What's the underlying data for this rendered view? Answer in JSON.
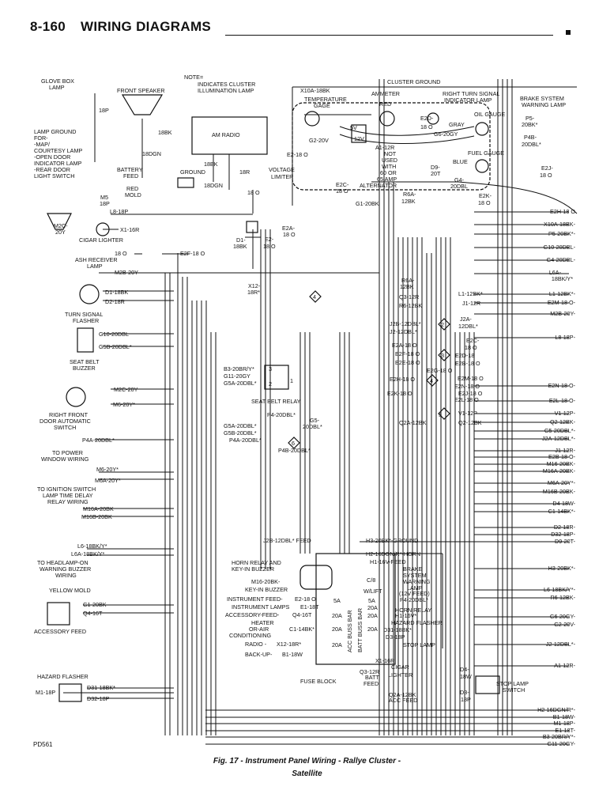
{
  "header": {
    "page_number": "8-160",
    "title": "WIRING DIAGRAMS"
  },
  "figure": {
    "caption_line1": "Fig. 17 - Instrument Panel Wiring - Rallye Cluster -",
    "caption_line2": "Satellite",
    "plate_id": "PD561"
  },
  "labels": {
    "note_1": "NOTE=",
    "note_2": "INDICATES CLUSTER",
    "note_3": "ILLUMINATION LAMP",
    "glovebox_1": "GLOVE BOX",
    "glovebox_2": "LAMP",
    "front_speaker": "FRONT SPEAKER",
    "am_radio": "AM RADIO",
    "lampground_1": "LAMP GROUND",
    "lampground_2": "FOR-",
    "lampground_3": "-MAP/",
    "lampground_4": "COURTESY LAMP",
    "lampground_5": "-OPEN DOOR",
    "lampground_6": "INDICATOR LAMP",
    "lampground_7": "-REAR DOOR",
    "lampground_8": "LIGHT SWITCH",
    "battery_1": "BATTERY",
    "battery_2": "FEED",
    "redmold_1": "RED",
    "redmold_2": "MOLD",
    "ground": "GROUND",
    "cigar_lighter": "CIGAR LIGHTER",
    "ashrec_1": "ASH RECEIVER",
    "ashrec_2": "LAMP",
    "turnflasher_1": "TURN SIGNAL",
    "turnflasher_2": "FLASHER",
    "seatbuzzer_1": "SEAT BELT",
    "seatbuzzer_2": "BUZZER",
    "seatrelay": "SEAT BELT RELAY",
    "doorsw_1": "RIGHT FRONT",
    "doorsw_2": "DOOR AUTOMATIC",
    "doorsw_3": "SWITCH",
    "powerwin_1": "TO POWER",
    "powerwin_2": "WINDOW WIRING",
    "ignsw_1": "TO IGNITION SWITCH",
    "ignsw_2": "LAMP TIME DELAY",
    "ignsw_3": "RELAY WIRING",
    "headlamp_1": "TO HEADLAMP-ON",
    "headlamp_2": "WARNING BUZZER",
    "headlamp_3": "WIRING",
    "yellow_mold": "YELLOW MOLD",
    "acc_feed": "ACCESSORY FEED",
    "hazard_flasher": "HAZARD FLASHER",
    "temp_1": "TEMPERATURE",
    "temp_2": "GAGE",
    "ammeter": "AMMETER",
    "red": "RED",
    "cluster_ground": "CLUSTER GROUND",
    "rturn_1": "RIGHT TURN SIGNAL",
    "rturn_2": "INDICATOR LAMP",
    "brake_1": "BRAKE SYSTEM",
    "brake_2": "WARNING LAMP",
    "oil_gauge": "OIL GAUGE",
    "gray": "GRAY",
    "fuel_gauge": "FUEL GAUGE",
    "blue": "BLUE",
    "notused_1": "NOT",
    "notused_2": "USED",
    "notused_3": "WITH",
    "notused_4": "60 OR",
    "notused_5": "65 AMP",
    "notused_6": "ALTERNATOR",
    "voltlim_1": "VOLTAGE",
    "voltlim_2": "LIMITER",
    "fb_feed": "J2B-12DBL* FEED",
    "fb_horn_relay_1": "HORN RELAY AND",
    "fb_horn_relay_2": "KEY-IN BUZZER",
    "fb_keyin": "KEY-IN BUZZER",
    "fb_instfeed": "INSTRUMENT FEED-",
    "fb_instlamps": "INSTRUMENT LAMPS",
    "fb_accfeed": "ACCESSORY-FEED-",
    "fb_heater_1": "HEATER",
    "fb_heater_2": "OR-AIR",
    "fb_heater_3": "CONDITIONING",
    "fb_radio": "RADIO -",
    "fb_backup": "BACK-UP-",
    "fb_brakewarn_1": "BRAKE",
    "fb_brakewarn_2": "SYSTEM",
    "fb_brakewarn_3": "WARNING",
    "fb_brakewarn_4": "LAMP",
    "fb_brakewarn_5": "(12V FEED)",
    "fb_hornrelay": "HORN RELAY",
    "fb_hazard": "HAZARD FLASHER",
    "fb_stoplamp": "STOP LAMP",
    "fb_cigar_1": "CIGAR",
    "fb_cigar_2": "LIGHTER",
    "fb_fuseblock": "FUSE BLOCK",
    "fb_battfeed_1": "BATT",
    "fb_battfeed_2": "FEED",
    "fb_accfeed2": "ACC FEED",
    "fb_cwlift_1": "C/8",
    "fb_cwlift_2": "W/LIFT",
    "fb_accbuss": "ACC BUSS BAR",
    "fb_battbuss": "BATT BUSS BAR",
    "stop_switch_1": "STOP LAMP",
    "stop_switch_2": "SWITCH",
    "fuse_5a": "5A",
    "fuse_20a": "20A"
  },
  "wires": {
    "w_18p": "18P",
    "w_18bk": "18BK",
    "w_18dgn": "18DGN",
    "w_18bk2": "18BK",
    "w_18dgn2": "18DGN",
    "w_18r": "18R",
    "w_18o": "18 O",
    "w_m5": "M5",
    "w_m5b": "18P",
    "w_l8": "L8-18P",
    "w_m2c20y": "M2C-",
    "w_m2c20y_b": "20Y",
    "w_x116r": "X1-16R",
    "w_18o2": "18 O",
    "w_e2f18o": "E2F-18 O",
    "w_m2b": "M2B-20Y",
    "w_d118bk": "D1-18BK",
    "w_d218r": "D2-18R",
    "w_g10": "G10-20DBL",
    "w_g5b": "G5B-20DBL*",
    "w_m2c": "M2C-20Y",
    "w_m6": "M6-20Y*",
    "w_p4a": "P4A-20DBL*",
    "w_m6_2": "M6-20Y*",
    "w_m6a": "M6A-20Y*",
    "w_m16a": "M16A-20BK",
    "w_m16b": "M16B-20BK",
    "w_l6": "L6-18BK/Y*",
    "w_l6a": "L6A-18BK/Y*",
    "w_g120bk": "G1-20BK",
    "w_q416t": "Q4-16T",
    "w_m118p": "M1-18P",
    "w_d3118bk": "D31-18BK*",
    "w_d3218p": "D32-18P",
    "w_b3": "B3-20BR/Y*",
    "w_g11": "G11-20GY",
    "w_g5a": "G5A-20DBL*",
    "w_p4_20dbl": "P4-20DBL*",
    "w_g5a2": "G5A-20DBL*",
    "w_g5b2": "G5B-20DBL*",
    "w_p4a2": "P4A-20DBL*",
    "w_g5": "G5-",
    "w_g5_2": "20DBL*",
    "w_p4b": "P4B-20DBL*",
    "w_x10a": "X10A-18BK",
    "w_e2d": "E2D-",
    "w_e2d_b": "18 O",
    "w_g620gy": "G6-20GY",
    "w_g220v": "G2-20V",
    "w_5v": "5V",
    "w_12v": "12V",
    "w_e218o": "E2-18 O",
    "w_a112r": "A1-12R",
    "w_e2c18o": "E2C-",
    "w_e2c18o_b": "18 O",
    "w_g120bk_top": "G1-20BK",
    "w_r6a": "R6A-",
    "w_r6a_b": "12BK",
    "w_d9": "D9-",
    "w_d9_b": "20T",
    "w_g4": "G4-",
    "w_g4_b": "20DBL",
    "w_e2k": "E2K-",
    "w_e2k_b": "18 O",
    "w_p5": "P5-",
    "w_p5_b": "20BK*",
    "w_p4b_top": "P4B-",
    "w_p4b_top_b": "20DBL*",
    "w_e2j": "E2J-",
    "w_e2j_b": "18 O",
    "w_e2a": "E2A-",
    "w_e2a_b": "18 O",
    "w_e2": "E2-",
    "w_e2_b": "18 O",
    "w_d1": "D1-",
    "w_d1_b": "18BK",
    "w_x12": "X12-",
    "w_x12_b": "18R*",
    "w_r6a_mid": "R6A-",
    "w_r6a_mid_b": "12BK",
    "w_q3": "Q3-12R",
    "w_r6": "R6-12BK",
    "w_l1": "L1-12BK*",
    "w_j1": "J1-12R",
    "w_j2b": "J2B-12DBL*",
    "w_j212": "J2-12DBL*",
    "w_j2a": "J2A-",
    "w_j2a_b": "12DBL*",
    "w_e2a18": "E2A-18 O",
    "w_e2f": "E2F-18 O",
    "w_e2e": "E2E-18 O",
    "w_e2c": "E2C-",
    "w_e2c_b": "18 O",
    "w_e2d2": "E2D-18",
    "w_e2b": "E2B-18 O",
    "w_e2g": "E2G-18 O",
    "w_e2h": "E2H-18 O",
    "w_e2k2": "E2K-18 O",
    "w_e2m": "E2M-18 O",
    "w_e2n": "E2N-18 O",
    "w_e2j2": "E2J-18 O",
    "w_e2l": "E2L-18 O",
    "w_v1": "V1-12P",
    "w_q2a": "Q2A-12BK",
    "w_q2": "Q2-12BK",
    "r_e2h": "E2H-18 O",
    "r_x10a": "X10A-18BK-",
    "r_p5": "P5-20BK*-",
    "r_g10": "G10-20DBL-",
    "r_g4": "G4-20DBL-",
    "r_l6a": "L6A-",
    "r_l6a_b": "18BK/Y*",
    "r_l1": "L1-12BK*-",
    "r_e2m": "E2M-18 O-",
    "r_m2b": "M2B-20Y-",
    "r_l8": "L8-18P-",
    "r_e2n": "E2N-18 O-",
    "r_e2l": "E2L-18 O-",
    "r_v1": "V1-12P-",
    "r_q2": "Q2-12BK-",
    "r_g5": "G5-20DBL*-",
    "r_j2a": "J2A-12DBL*-",
    "r_j1": "J1-12R-",
    "r_e2b": "E2B-18 O-",
    "r_m16b": "M16-20BK-",
    "r_m16a": "M16A-20BK-",
    "r_m6a": "M6A-20Y*-",
    "r_m16b2": "M16B-20BK-",
    "r_d4": "D4-18W-",
    "r_c1": "C1-14BK*-",
    "r_d2": "D2-18R-",
    "r_d32": "D32-18P-",
    "r_d9": "D9-20T-",
    "r_h3": "H3-20BK*-",
    "r_l6": "L6-18BK/Y*-",
    "r_r6": "R6-12BK-",
    "r_g6": "G6-20GY-",
    "r_g2": "G2-20V-",
    "r_j212": "J2-12DBL*-",
    "r_a1": "A1-12R-",
    "r_h2": "H2-16DGN/R*-",
    "r_b1": "B1-18W-",
    "r_m1": "M1-18P-",
    "r_e1": "E1-18T-",
    "r_b3": "B3-20BR/Y*-",
    "r_g11": "G11-20GY-",
    "fb_h3": "H3-20BK*-GROUND",
    "fb_h2": "H2-16DGN/R*-HORN",
    "fb_h1": "H1-16V-FEED",
    "fb_m16": "M16-20BK-",
    "fb_e218": "E2-18 O",
    "fb_e118t": "E1-18T",
    "fb_q416t": "Q4-16T",
    "fb_c114bk": "C1-14BK*",
    "fb_x1218r": "X12-18R*",
    "fb_b118w": "B1-18W",
    "fb_p420dbl": "P4-20DBL*",
    "fb_h116v": "H1-16V*",
    "fb_d3118bk": "D31-18BK*",
    "fb_d318p": "D3-18P",
    "fb_x116r": "X1-16R",
    "fb_q312r": "Q3-12R",
    "fb_q2a12bk": "Q2A-12BK",
    "fb_d4": "D4-",
    "fb_d4b": "18W",
    "fb_d3": "D3-",
    "fb_d3b": "18P",
    "conn_2": "2",
    "conn_3": "3",
    "conn_4": "4",
    "conn_5": "5",
    "conn_6": "6",
    "relay_3": "3",
    "relay_2": "2",
    "relay_1": "1"
  }
}
